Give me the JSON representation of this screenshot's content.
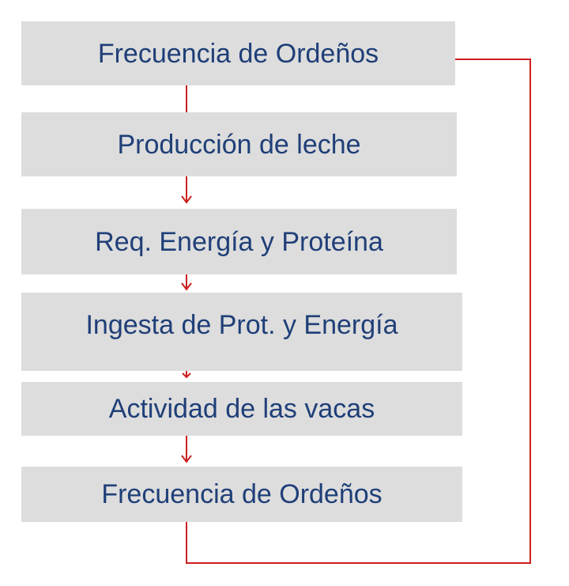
{
  "diagram": {
    "type": "flowchart",
    "colors": {
      "box_fill": "#dddddd",
      "text": "#1f3f78",
      "connector": "#cc1f1f"
    },
    "nodes": [
      {
        "id": "n1",
        "label": "Frecuencia de Ordeños"
      },
      {
        "id": "n2",
        "label": "Producción de leche"
      },
      {
        "id": "n3",
        "label": "Req. Energía y Proteína"
      },
      {
        "id": "n4",
        "label": "Ingesta de Prot. y Energía"
      },
      {
        "id": "n5",
        "label": "Actividad de las vacas"
      },
      {
        "id": "n6",
        "label": "Frecuencia de Ordeños"
      }
    ],
    "edges": [
      {
        "from": "n1",
        "to": "n2"
      },
      {
        "from": "n2",
        "to": "n3"
      },
      {
        "from": "n3",
        "to": "n4"
      },
      {
        "from": "n4",
        "to": "n5"
      },
      {
        "from": "n5",
        "to": "n6"
      },
      {
        "from": "n6",
        "to": "n1",
        "kind": "feedback-loop"
      }
    ]
  }
}
